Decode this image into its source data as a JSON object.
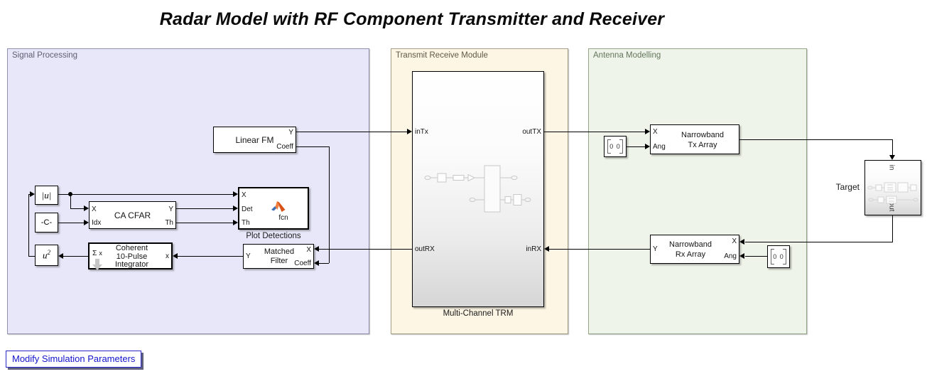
{
  "title": "Radar Model with RF Component Transmitter and Receiver",
  "link": {
    "label": "Modify Simulation Parameters"
  },
  "regions": {
    "signal_processing": {
      "label": "Signal Processing",
      "fill": "#e7e7f9",
      "border": "#8f8fae"
    },
    "transmit_receive": {
      "label": "Transmit Receive Module",
      "fill": "#fdf6e4",
      "border": "#a59d85"
    },
    "antenna": {
      "label": "Antenna Modelling",
      "fill": "#eef4e9",
      "border": "#95a689"
    }
  },
  "ports": {
    "x": "X",
    "y": "Y",
    "coeff": "Coeff",
    "det": "Det",
    "th": "Th",
    "idx": "Idx",
    "ang": "Ang",
    "x_lower": "x",
    "in_tx": "inTx",
    "out_tx": "outTX",
    "out_rx": "outRX",
    "in_rx": "inRX",
    "in": "in",
    "out": "out"
  },
  "blocks": {
    "abs": {
      "label": "|u|"
    },
    "negc": {
      "label": "-C-"
    },
    "square": {
      "base": "u",
      "sup": "2"
    },
    "ca_cfar": {
      "label": "CA CFAR"
    },
    "plot_detections": {
      "name": "Plot Detections",
      "icon_label": "fcn"
    },
    "integrator": {
      "lines": [
        "Coherent",
        "10-Pulse",
        "Integrator"
      ],
      "sigma": "Σ",
      "sigma_sub": "x"
    },
    "matched_filter": {
      "lines": [
        "Matched",
        "Filter"
      ]
    },
    "linear_fm": {
      "label": "Linear FM"
    },
    "trm": {
      "name": "Multi-Channel TRM"
    },
    "tx_array": {
      "lines": [
        "Narrowband",
        "Tx Array"
      ]
    },
    "rx_array": {
      "lines": [
        "Narrowband",
        "Rx Array"
      ]
    },
    "target": {
      "name": "Target"
    },
    "tx_steer": {
      "value": "0 0"
    },
    "rx_steer": {
      "value": "0 0"
    }
  },
  "colors": {
    "wire": "#000000",
    "link_text": "#1414cc",
    "link_border": "#2a2ac8",
    "matlab_orange": "#d95319",
    "matlab_blue": "#3b6fb6",
    "icon_gray": "#c6c6c6"
  }
}
